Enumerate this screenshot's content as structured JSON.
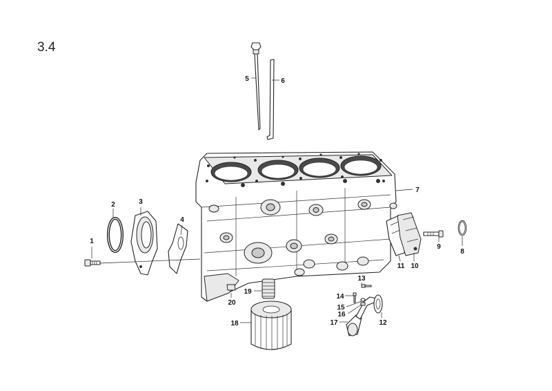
{
  "diagram": {
    "section_number": "3.4",
    "callouts": [
      {
        "id": "1",
        "part": "bolt"
      },
      {
        "id": "2",
        "part": "seal-ring"
      },
      {
        "id": "3",
        "part": "seal-carrier"
      },
      {
        "id": "4",
        "part": "gasket"
      },
      {
        "id": "5",
        "part": "dipstick"
      },
      {
        "id": "6",
        "part": "dipstick-tube"
      },
      {
        "id": "7",
        "part": "cylinder-block"
      },
      {
        "id": "8",
        "part": "seal-ring"
      },
      {
        "id": "9",
        "part": "bolt"
      },
      {
        "id": "10",
        "part": "cover-plate"
      },
      {
        "id": "11",
        "part": "gasket"
      },
      {
        "id": "12",
        "part": "gasket"
      },
      {
        "id": "13",
        "part": "bolt"
      },
      {
        "id": "14",
        "part": "bolt"
      },
      {
        "id": "15",
        "part": "washer"
      },
      {
        "id": "16",
        "part": "nut"
      },
      {
        "id": "17",
        "part": "oil-pickup-pipe"
      },
      {
        "id": "18",
        "part": "oil-filter"
      },
      {
        "id": "19",
        "part": "threaded-union"
      },
      {
        "id": "20",
        "part": "plug"
      }
    ]
  }
}
